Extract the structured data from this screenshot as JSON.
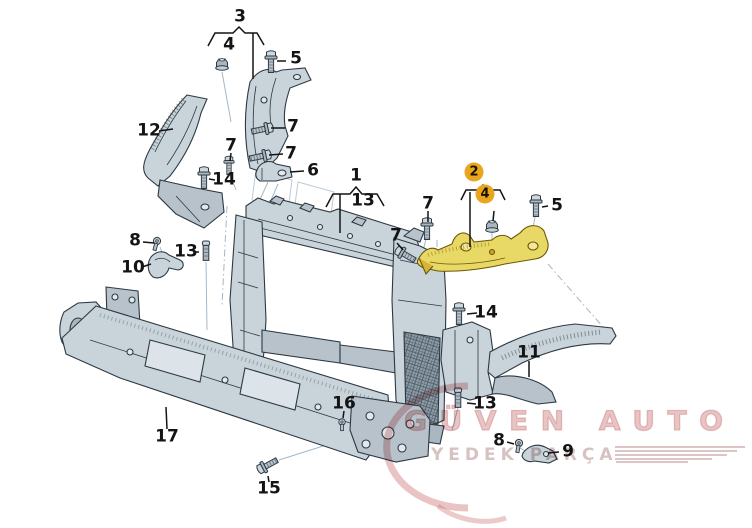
{
  "diagram": {
    "kind": "exploded-parts-diagram",
    "colors": {
      "highlight": "#e8a61e",
      "highlight_part": "#e8d966",
      "part": "#c9d3da",
      "outline": "#2d3942",
      "leader_blue": "#a3b8c8"
    }
  },
  "watermark": {
    "line1": "GÜVEN AUTO",
    "line2": "YEDEK PARÇA"
  },
  "callouts": [
    {
      "label": "3",
      "circled": false
    },
    {
      "label": "4",
      "circled": false
    },
    {
      "label": "5",
      "circled": false
    },
    {
      "label": "12",
      "circled": false
    },
    {
      "label": "7",
      "circled": false
    },
    {
      "label": "7",
      "circled": false
    },
    {
      "label": "7",
      "circled": false
    },
    {
      "label": "6",
      "circled": false
    },
    {
      "label": "14",
      "circled": false
    },
    {
      "label": "1",
      "circled": false
    },
    {
      "label": "13",
      "circled": false
    },
    {
      "label": "8",
      "circled": false
    },
    {
      "label": "13",
      "circled": false
    },
    {
      "label": "10",
      "circled": false
    },
    {
      "label": "2",
      "circled": true
    },
    {
      "label": "4",
      "circled": true
    },
    {
      "label": "5",
      "circled": false
    },
    {
      "label": "7",
      "circled": false
    },
    {
      "label": "7",
      "circled": false
    },
    {
      "label": "14",
      "circled": false
    },
    {
      "label": "11",
      "circled": false
    },
    {
      "label": "13",
      "circled": false
    },
    {
      "label": "16",
      "circled": false
    },
    {
      "label": "8",
      "circled": false
    },
    {
      "label": "9",
      "circled": false
    },
    {
      "label": "17",
      "circled": false
    },
    {
      "label": "15",
      "circled": false
    }
  ]
}
